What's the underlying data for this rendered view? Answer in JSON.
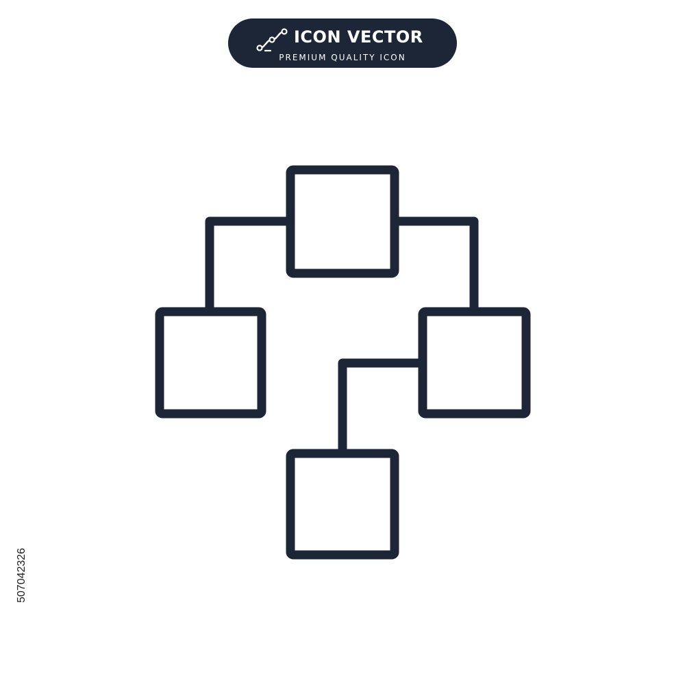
{
  "badge": {
    "title": "ICON VECTOR",
    "subtitle": "PREMIUM QUALITY ICON",
    "logo_icon": "node-curve-icon",
    "background_color": "#1c2636",
    "text_color": "#ffffff"
  },
  "icon": {
    "name": "hierarchy-structure-icon",
    "stroke_color": "#1c2636"
  },
  "stock_id": "507042326"
}
